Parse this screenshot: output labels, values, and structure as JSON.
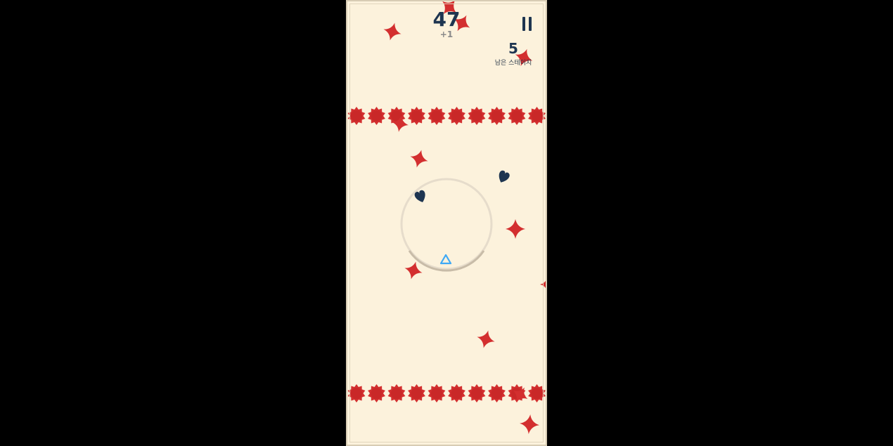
{
  "hud": {
    "score": "47",
    "score_delta": "+1",
    "stages_remaining": "5",
    "stages_label": "남은 스테이지",
    "pause_icon": "pause-icon"
  },
  "colors": {
    "background": "#fcf2dc",
    "outside": "#000000",
    "spike": "#d32f2f",
    "spike_dark": "#b71c1c",
    "text_dark": "#1e3550",
    "player": "#3fa9f5",
    "heart": "#1e3550",
    "orbit": "#e6dccb",
    "orbit_arc": "#c8bca8"
  },
  "icons": {
    "spike_ball": "spike-ball-icon",
    "shuriken": "shuriken-icon",
    "heart": "heart-icon",
    "player": "player-triangle-icon"
  }
}
